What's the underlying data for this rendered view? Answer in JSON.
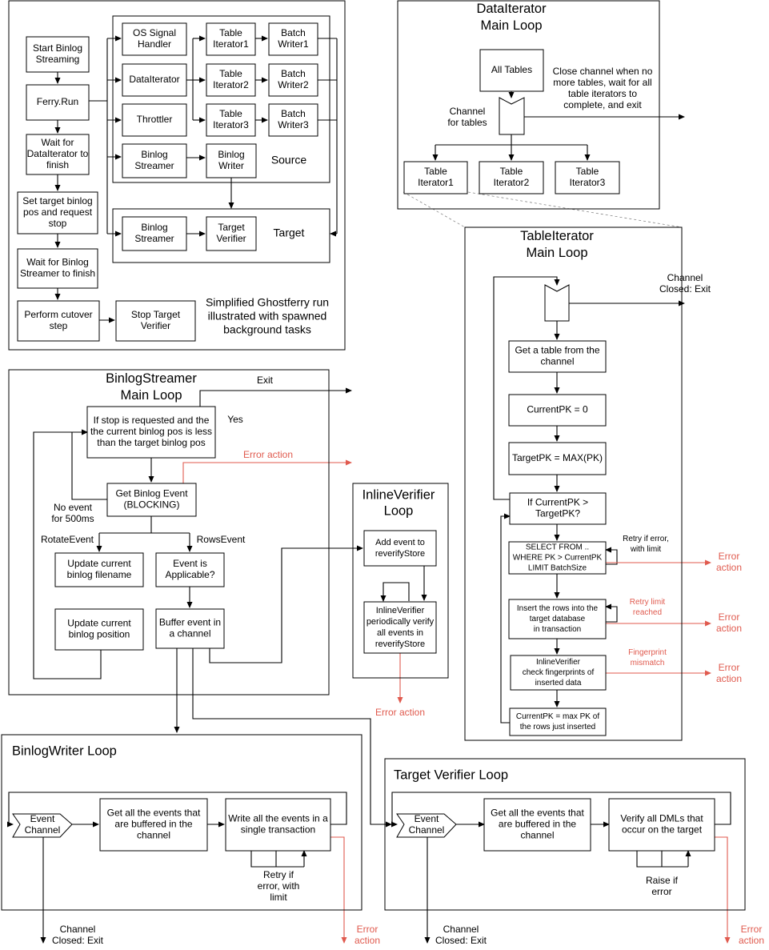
{
  "run": {
    "start": [
      "Start Binlog",
      "Streaming"
    ],
    "ferry_run": [
      "Ferry.Run"
    ],
    "wait_di": [
      "Wait for",
      "DataIterator to",
      "finish"
    ],
    "set_target": [
      "Set target binlog",
      "pos and request",
      "stop"
    ],
    "wait_bs": [
      "Wait for Binlog",
      "Streamer to finish"
    ],
    "cutover": [
      "Perform cutover",
      "step"
    ],
    "stop_verifier": [
      "Stop Target",
      "Verifier"
    ],
    "caption": [
      "Simplified Ghostferry run",
      "illustrated with spawned",
      "background tasks"
    ],
    "source_label": "Source",
    "target_label": "Target",
    "source": {
      "os_signal": [
        "OS Signal",
        "Handler"
      ],
      "data_iterator": [
        "DataIterator"
      ],
      "throttler": [
        "Throttler"
      ],
      "binlog_streamer": [
        "Binlog",
        "Streamer"
      ],
      "table_iterators": [
        [
          "Table",
          "Iterator1"
        ],
        [
          "Table",
          "Iterator2"
        ],
        [
          "Table",
          "Iterator3"
        ]
      ],
      "batch_writers": [
        [
          "Batch",
          "Writer1"
        ],
        [
          "Batch",
          "Writer2"
        ],
        [
          "Batch",
          "Writer3"
        ]
      ],
      "binlog_writer": [
        "Binlog",
        "Writer"
      ]
    },
    "target": {
      "binlog_streamer": [
        "Binlog",
        "Streamer"
      ],
      "target_verifier": [
        "Target",
        "Verifier"
      ]
    }
  },
  "data_iterator_loop": {
    "title": [
      "DataIterator",
      "Main Loop"
    ],
    "all_tables": [
      "All Tables"
    ],
    "close_note": [
      "Close channel when no",
      "more tables, wait for all",
      "table iterators to",
      "complete, and exit"
    ],
    "channel_note": [
      "Channel",
      "for tables"
    ],
    "iterators": [
      [
        "Table",
        "Iterator1"
      ],
      [
        "Table",
        "Iterator2"
      ],
      [
        "Table",
        "Iterator3"
      ]
    ]
  },
  "table_iterator_loop": {
    "title": [
      "TableIterator",
      "Main Loop"
    ],
    "channel_closed": [
      "Channel",
      "Closed: Exit"
    ],
    "get_table": [
      "Get a table from the",
      "channel"
    ],
    "current_pk": [
      "CurrentPK = 0"
    ],
    "target_pk": [
      "TargetPK = MAX(PK)"
    ],
    "condition": [
      "If CurrentPK >",
      "TargetPK?"
    ],
    "select": [
      "SELECT FROM ..",
      "WHERE PK > CurrentPK",
      "LIMIT BatchSize"
    ],
    "insert": [
      "Insert the rows into the",
      "target database",
      "in transaction"
    ],
    "fingerprint": [
      "InlineVerifier",
      "check fingerprints of",
      "inserted data"
    ],
    "update_pk": [
      "CurrentPK = max PK of",
      "the rows just inserted"
    ],
    "retry_note": [
      "Retry if error,",
      "with limit"
    ],
    "retry_limit_note": [
      "Retry limit",
      "reached"
    ],
    "fingerprint_note": [
      "Fingerprint",
      "mismatch"
    ],
    "error_action": [
      "Error",
      "action"
    ]
  },
  "binlog_streamer_loop": {
    "title": [
      "BinlogStreamer",
      "Main Loop"
    ],
    "exit": "Exit",
    "yes": "Yes",
    "error_action": "Error action",
    "stop_check": [
      "If stop is requested and the",
      "the current binlog pos is less",
      "than the target binlog pos"
    ],
    "get_event": [
      "Get Binlog Event",
      "(BLOCKING)"
    ],
    "no_event": [
      "No event",
      "for 500ms"
    ],
    "rotate_event": "RotateEvent",
    "rows_event": "RowsEvent",
    "update_filename": [
      "Update current",
      "binlog filename"
    ],
    "applicable": [
      "Event is",
      "Applicable?"
    ],
    "update_position": [
      "Update current",
      "binlog position"
    ],
    "buffer": [
      "Buffer event in",
      "a channel"
    ]
  },
  "inline_verifier_loop": {
    "title": [
      "InlineVerifier",
      "Loop"
    ],
    "add_event": [
      "Add event to",
      "reverifyStore"
    ],
    "periodic": [
      "InlineVerifier",
      "periodically verify",
      "all events in",
      "reverifyStore"
    ],
    "error_action": "Error action"
  },
  "binlog_writer_loop": {
    "title": "BinlogWriter Loop",
    "event_channel": [
      "Event",
      "Channel"
    ],
    "get_events": [
      "Get all the events that",
      "are buffered in the",
      "channel"
    ],
    "write": [
      "Write all the events in a",
      "single transaction"
    ],
    "retry": [
      "Retry if",
      "error, with",
      "limit"
    ],
    "channel_closed": [
      "Channel",
      "Closed: Exit"
    ],
    "error_action": [
      "Error",
      "action"
    ]
  },
  "target_verifier_loop": {
    "title": "Target Verifier Loop",
    "event_channel": [
      "Event",
      "Channel"
    ],
    "get_events": [
      "Get all the events that",
      "are buffered in the",
      "channel"
    ],
    "verify": [
      "Verify all DMLs that",
      "occur on the target"
    ],
    "raise": [
      "Raise if",
      "error"
    ],
    "channel_closed": [
      "Channel",
      "Closed: Exit"
    ],
    "error_action": [
      "Error",
      "action"
    ]
  },
  "colors": {
    "line": "#000000",
    "error": "#e05a4e",
    "dashed": "#888888",
    "background": "#ffffff"
  }
}
